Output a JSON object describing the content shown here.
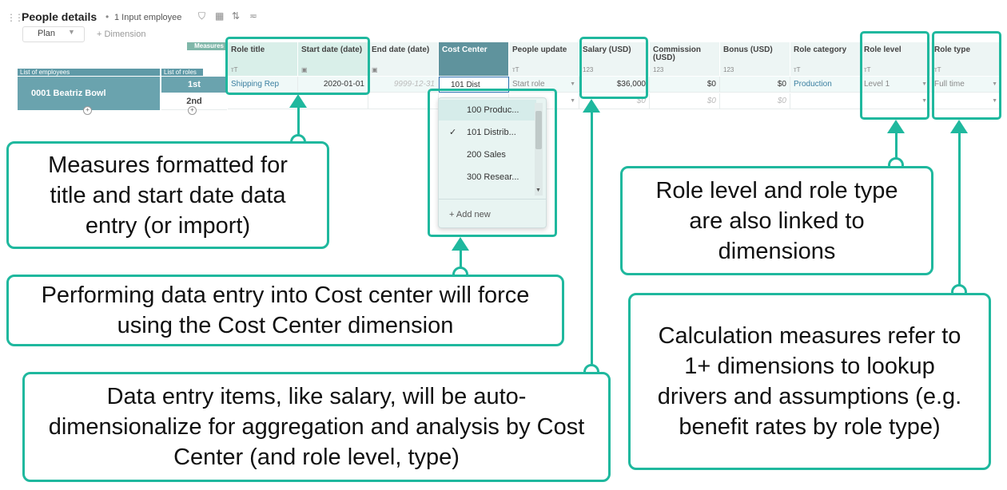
{
  "header": {
    "title": "People details",
    "separator": "•",
    "subtitle": "1 Input employee",
    "plan_select": "Plan",
    "add_dimension": "+ Dimension",
    "measures_tag": "Measures"
  },
  "row_headers": {
    "employees_label": "List of employees",
    "roles_label": "List of roles",
    "employee": "0001 Beatriz Bowl",
    "roles": [
      "1st",
      "2nd"
    ]
  },
  "columns": [
    {
      "label": "Role title",
      "type_icon": "T"
    },
    {
      "label": "Start date (date)",
      "type_icon": "cal"
    },
    {
      "label": "End date (date)",
      "type_icon": "cal"
    },
    {
      "label": "Cost Center",
      "type_icon": ""
    },
    {
      "label": "People update",
      "type_icon": "T"
    },
    {
      "label": "Salary (USD)",
      "type_icon": "123"
    },
    {
      "label": "Commission (USD)",
      "type_icon": "123"
    },
    {
      "label": "Bonus (USD)",
      "type_icon": "123"
    },
    {
      "label": "Role category",
      "type_icon": "T"
    },
    {
      "label": "Role level",
      "type_icon": "T"
    },
    {
      "label": "Role type",
      "type_icon": "T"
    }
  ],
  "row1": {
    "role_title": "Shipping Rep",
    "start_date": "2020-01-01",
    "end_date": "9999-12-31",
    "cost_center": "101 Dist",
    "people_update": "Start role",
    "salary": "$36,000",
    "commission": "$0",
    "bonus": "$0",
    "role_category": "Production",
    "role_level": "Level 1",
    "role_type": "Full time"
  },
  "row2": {
    "salary": "$0",
    "commission": "$0",
    "bonus": "$0"
  },
  "dropdown": {
    "items": [
      "100 Produc...",
      "101 Distrib...",
      "200 Sales",
      "300 Resear..."
    ],
    "selected_index": 1,
    "add_new": "+ Add new"
  },
  "callouts": {
    "measures": "Measures formatted for title and start date data entry (or import)",
    "cost_center": "Performing data entry into Cost center will force using the Cost Center dimension",
    "salary": "Data entry items, like salary, will be auto-dimensionalize for aggregation and analysis by Cost Center (and role level, type)",
    "role_level": "Role level and role type are also linked to dimensions",
    "calculation": "Calculation measures refer to 1+ dimensions to lookup drivers and assumptions (e.g. benefit rates by role type)"
  },
  "colors": {
    "accent": "#1fb89e",
    "header_selected": "#5f939d",
    "header_measure": "#d9efe9",
    "row_header": "#6aa3ae"
  }
}
